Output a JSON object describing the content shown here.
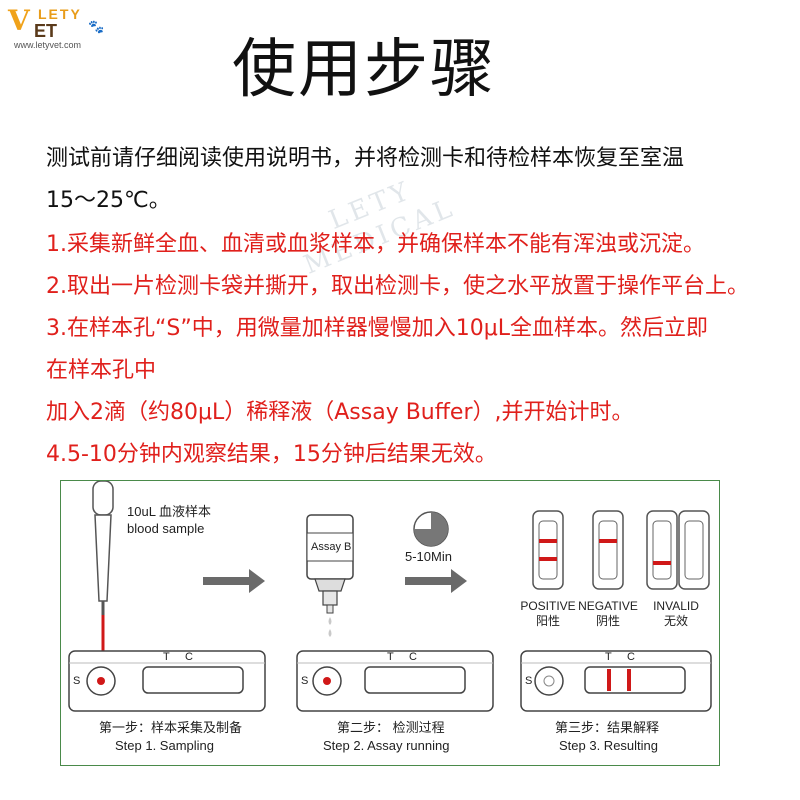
{
  "logo": {
    "v": "V",
    "lety": "LETY",
    "et": "ET",
    "url": "www.letyvet.com"
  },
  "title": "使用步骤",
  "intro": {
    "line1": "测试前请仔细阅读使用说明书，并将检测卡和待检样本恢复至室温",
    "line2": "15～25℃。"
  },
  "steps": [
    "1.采集新鲜全血、血清或血浆样本，并确保样本不能有浑浊或沉淀。",
    "2.取出一片检测卡袋并撕开，取出检测卡，使之水平放置于操作平台上。",
    "3.在样本孔“S”中，用微量加样器慢慢加入10μL全血样本。然后立即",
    "在样本孔中",
    "加入2滴（约80μL）稀释液（Assay Buffer）,并开始计时。",
    "4.5-10分钟内观察结果，15分钟后结果无效。"
  ],
  "watermark": {
    "line1": "LETY",
    "line2": "MEDICAL"
  },
  "diagram": {
    "sample_label_cn": "10uL 血液样本",
    "sample_label_en": "blood sample",
    "bottle_label": "Assay B",
    "timer_label": "5-10Min",
    "card_s": "S",
    "card_t": "T",
    "card_c": "C",
    "results": [
      {
        "en": "POSITIVE",
        "cn": "阳性"
      },
      {
        "en": "NEGATIVE",
        "cn": "阴性"
      },
      {
        "en": "INVALID",
        "cn": "无效"
      }
    ],
    "step_cn": [
      "第一步：样本采集及制备",
      "第二步： 检测过程",
      "第三步：结果解释"
    ],
    "step_en": [
      "Step 1. Sampling",
      "Step 2. Assay running",
      "Step 3. Resulting"
    ]
  },
  "colors": {
    "red": "#e0201c",
    "logo_orange": "#f0a21a",
    "frame_green": "#4a8a4a"
  }
}
